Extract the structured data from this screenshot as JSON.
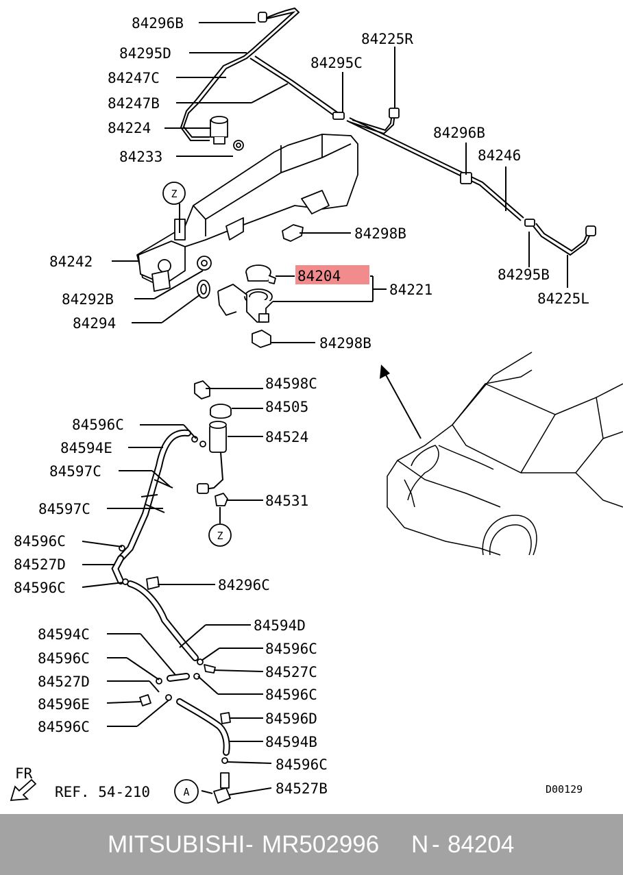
{
  "diagram": {
    "labels_upper": [
      {
        "id": "84296B-top",
        "text": "84296B"
      },
      {
        "id": "84295D",
        "text": "84295D"
      },
      {
        "id": "84247C",
        "text": "84247C"
      },
      {
        "id": "84247B",
        "text": "84247B"
      },
      {
        "id": "84224",
        "text": "84224"
      },
      {
        "id": "84233",
        "text": "84233"
      },
      {
        "id": "84225R",
        "text": "84225R"
      },
      {
        "id": "84295C",
        "text": "84295C"
      },
      {
        "id": "84296B-right",
        "text": "84296B"
      },
      {
        "id": "84246",
        "text": "84246"
      },
      {
        "id": "84298B-top",
        "text": "84298B"
      },
      {
        "id": "84242",
        "text": "84242"
      },
      {
        "id": "84204",
        "text": "84204"
      },
      {
        "id": "84221",
        "text": "84221"
      },
      {
        "id": "84292B",
        "text": "84292B"
      },
      {
        "id": "84294",
        "text": "84294"
      },
      {
        "id": "84295B",
        "text": "84295B"
      },
      {
        "id": "84225L",
        "text": "84225L"
      },
      {
        "id": "84298B-bottom",
        "text": "84298B"
      }
    ],
    "labels_lower": [
      {
        "id": "84598C",
        "text": "84598C"
      },
      {
        "id": "84505",
        "text": "84505"
      },
      {
        "id": "84596C-a",
        "text": "84596C"
      },
      {
        "id": "84524",
        "text": "84524"
      },
      {
        "id": "84594E",
        "text": "84594E"
      },
      {
        "id": "84597C-a",
        "text": "84597C"
      },
      {
        "id": "84597C-b",
        "text": "84597C"
      },
      {
        "id": "84531",
        "text": "84531"
      },
      {
        "id": "84596C-b",
        "text": "84596C"
      },
      {
        "id": "84527D-a",
        "text": "84527D"
      },
      {
        "id": "84596C-c",
        "text": "84596C"
      },
      {
        "id": "84296C",
        "text": "84296C"
      },
      {
        "id": "84594D",
        "text": "84594D"
      },
      {
        "id": "84594C",
        "text": "84594C"
      },
      {
        "id": "84596C-d",
        "text": "84596C"
      },
      {
        "id": "84596C-e",
        "text": "84596C"
      },
      {
        "id": "84527C",
        "text": "84527C"
      },
      {
        "id": "84527D-b",
        "text": "84527D"
      },
      {
        "id": "84596C-f",
        "text": "84596C"
      },
      {
        "id": "84596E",
        "text": "84596E"
      },
      {
        "id": "84596D",
        "text": "84596D"
      },
      {
        "id": "84596C-g",
        "text": "84596C"
      },
      {
        "id": "84594B",
        "text": "84594B"
      },
      {
        "id": "84596C-h",
        "text": "84596C"
      },
      {
        "id": "84527B",
        "text": "84527B"
      }
    ],
    "highlighted_part": "84204",
    "highlight_color": "#f28b8b",
    "callout_z": "Z",
    "callout_a": "A",
    "direction_label": "FR",
    "reference": "REF. 54-210",
    "drawing_code": "D00129"
  },
  "footer": {
    "brand": "MITSUBISHI",
    "sep1": "-",
    "part_number": "MR502996",
    "n_label": "N",
    "sep2": "-",
    "position_number": "84204",
    "background": "#a3a3a3"
  }
}
